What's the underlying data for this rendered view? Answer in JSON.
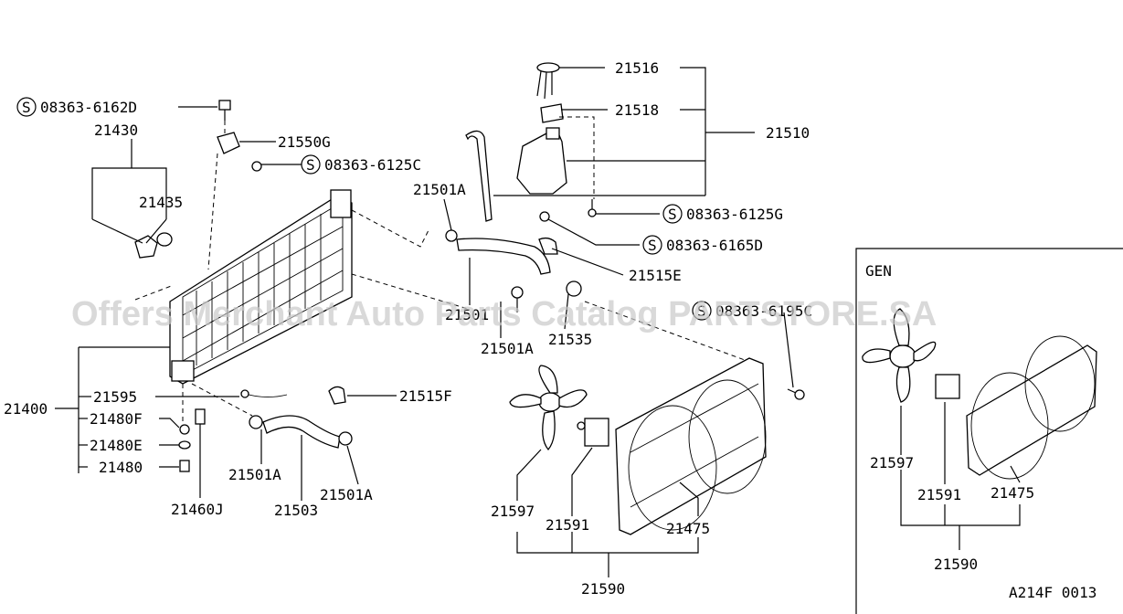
{
  "watermark": "Offers Merchant Auto Parts Catalog PARTSTORE.SA",
  "inset_title": "GEN",
  "figure_code": "A214F 0013",
  "screw_symbol": "S",
  "labels": {
    "screw_6162d": "08363-6162D",
    "part_21430": "21430",
    "part_21435": "21435",
    "part_21550g": "21550G",
    "screw_6125c": "08363-6125C",
    "part_21501a_top": "21501A",
    "part_21516": "21516",
    "part_21518": "21518",
    "part_21510": "21510",
    "screw_6125g": "08363-6125G",
    "screw_6165d": "08363-6165D",
    "part_21515e": "21515E",
    "part_21501_mid": "21501",
    "screw_6195c": "08363-6195C",
    "part_21501a_mid": "21501A",
    "part_21535": "21535",
    "part_21400": "21400",
    "part_21595": "21595",
    "part_21480f": "21480F",
    "part_21480e": "21480E",
    "part_21480": "21480",
    "part_21515f": "21515F",
    "part_21501a_low1": "21501A",
    "part_21501a_low2": "21501A",
    "part_21460j": "21460J",
    "part_21503": "21503",
    "part_21597": "21597",
    "part_21591": "21591",
    "part_21475": "21475",
    "part_21590": "21590",
    "gen_21597": "21597",
    "gen_21591": "21591",
    "gen_21475": "21475",
    "gen_21590": "21590"
  }
}
